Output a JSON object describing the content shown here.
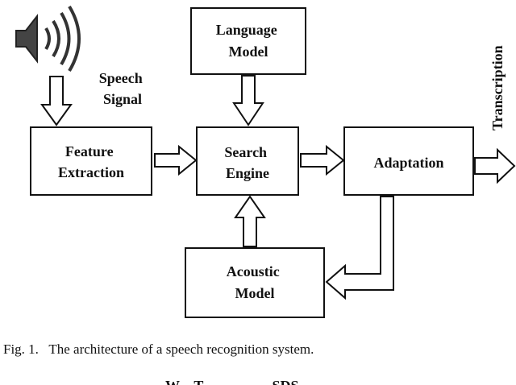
{
  "diagram": {
    "boxes": {
      "language_model": [
        "Language",
        "Model"
      ],
      "feature_extraction": [
        "Feature",
        "Extraction"
      ],
      "search_engine": [
        "Search",
        "Engine"
      ],
      "adaptation": [
        "Adaptation"
      ],
      "acoustic_model": [
        "Acoustic",
        "Model"
      ]
    },
    "labels": {
      "speech_signal": [
        "Speech",
        "Signal"
      ],
      "transcription": "Transcription"
    },
    "icons": {
      "input": "speaker-icon"
    }
  },
  "caption": "Fig. 1.   The architecture of a speech recognition system.",
  "partial_text": "W    T                   SDS"
}
